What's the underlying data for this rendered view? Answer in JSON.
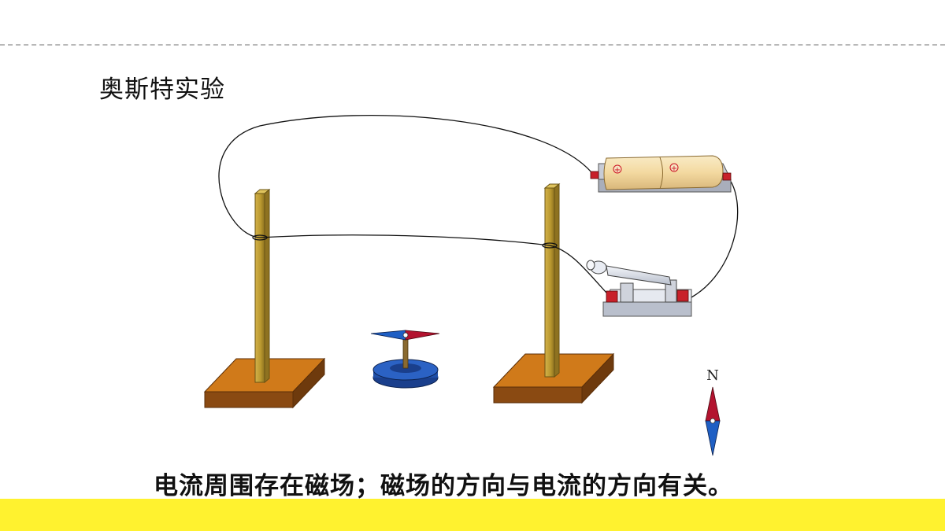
{
  "slide": {
    "title": "奥斯特实验",
    "caption": "电流周围存在磁场；磁场的方向与电流的方向有关。",
    "compass_label": "N"
  },
  "colors": {
    "wood_top": "#d07a1a",
    "wood_side": "#8a4a12",
    "pole": "#b8972e",
    "needle_north": "#b3132f",
    "needle_south": "#1f5fc4",
    "stand_base": "#1f4fa8",
    "battery": "#f3d9a0",
    "switch_base": "#d7dbe6",
    "bottom_bar": "#fff22f",
    "dashed_rule": "#b8b8b8"
  },
  "icons": [
    "battery-icon",
    "knife-switch-icon",
    "magnetic-needle-icon",
    "north-arrow-icon"
  ]
}
